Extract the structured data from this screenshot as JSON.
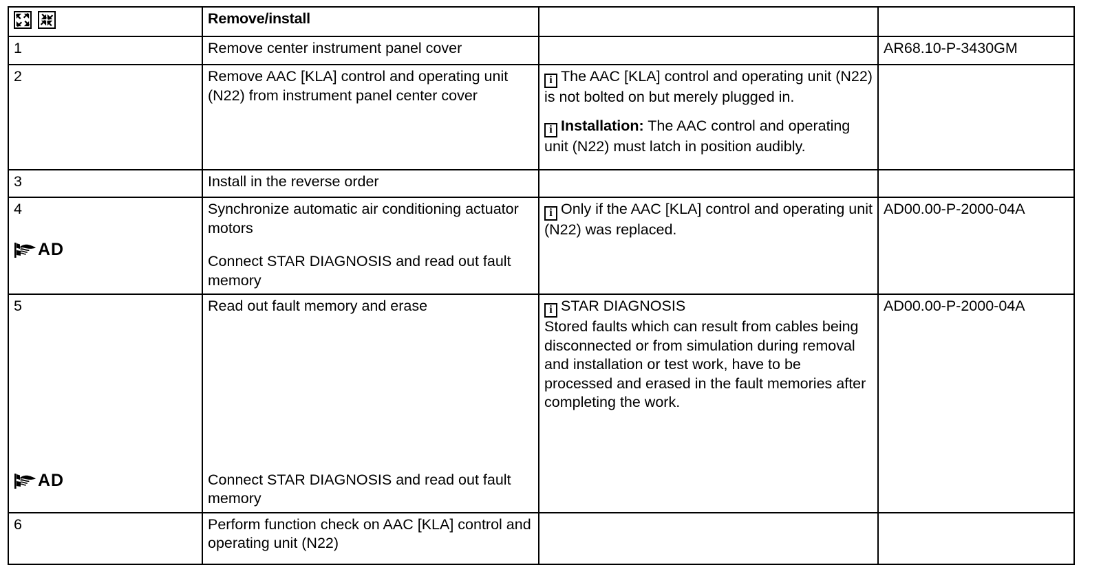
{
  "document": {
    "type": "service-procedure-table",
    "columns": [
      "",
      "Remove/install",
      "",
      ""
    ],
    "header": {
      "icons": [
        "expand-icon",
        "collapse-icon"
      ],
      "title": "Remove/install",
      "notes_label": "",
      "ref_label": ""
    },
    "icon_names": {
      "expand": "expand-icon",
      "collapse": "collapse-icon",
      "info": "info-icon",
      "hand": "pointing-hand-icon"
    },
    "colors": {
      "border": "#000000",
      "background": "#ffffff",
      "text": "#000000"
    },
    "rows": [
      {
        "step": "1",
        "marker": "",
        "description": [
          "Remove center instrument panel cover"
        ],
        "notes": [],
        "reference": "AR68.10-P-3430GM"
      },
      {
        "step": "2",
        "marker": "",
        "description": [
          "Remove AAC [KLA] control and operating unit (N22) from instrument panel center cover"
        ],
        "notes": [
          {
            "icon": "info-icon",
            "bold_lead": "",
            "text": "The AAC [KLA] control and operating unit (N22) is not bolted on but merely plugged in."
          },
          {
            "icon": "info-icon",
            "bold_lead": "Installation:",
            "text": "The AAC control and operating unit (N22) must latch in position audibly."
          }
        ],
        "reference": ""
      },
      {
        "step": "3",
        "marker": "",
        "description": [
          "Install in the reverse order"
        ],
        "notes": [],
        "reference": ""
      },
      {
        "step": "4",
        "marker": "AD",
        "description": [
          "Synchronize automatic air conditioning actuator motors",
          "Connect STAR DIAGNOSIS and read out fault memory"
        ],
        "notes": [
          {
            "icon": "info-icon",
            "bold_lead": "",
            "text": "Only if the AAC [KLA] control and operating unit (N22) was replaced."
          }
        ],
        "reference": "AD00.00-P-2000-04A"
      },
      {
        "step": "5",
        "marker": "AD",
        "description": [
          "Read out fault memory and erase",
          "Connect STAR DIAGNOSIS and read out fault memory"
        ],
        "notes": [
          {
            "icon": "info-icon",
            "bold_lead": "",
            "text": "STAR DIAGNOSIS"
          },
          {
            "icon": "",
            "bold_lead": "",
            "text": "Stored faults which can result from cables being disconnected or from simulation during removal and installation or test work, have to be processed and erased in the fault memories after completing the work."
          }
        ],
        "reference": "AD00.00-P-2000-04A"
      },
      {
        "step": "6",
        "marker": "",
        "description": [
          "Perform function check on AAC [KLA] control and operating unit (N22)"
        ],
        "notes": [],
        "reference": ""
      }
    ]
  }
}
